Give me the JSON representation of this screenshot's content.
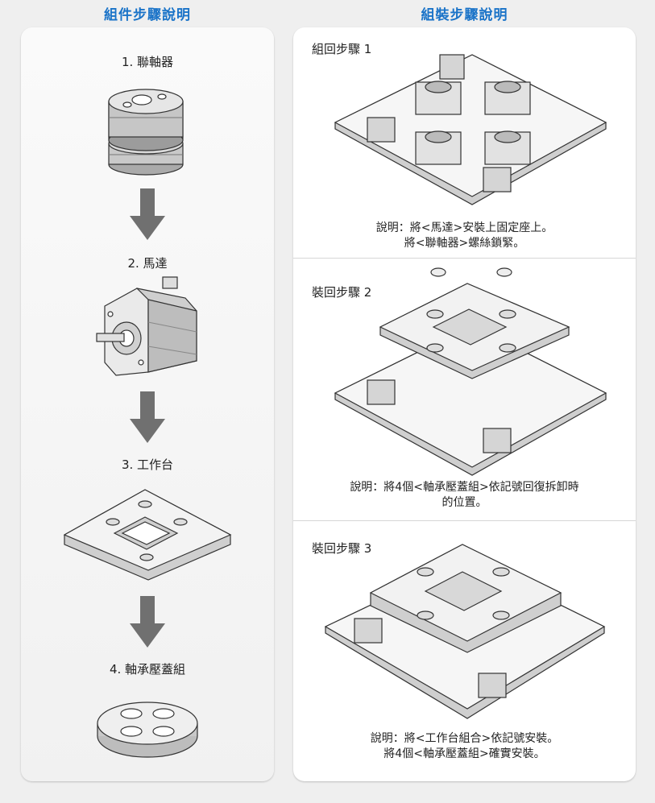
{
  "headings": {
    "components": "組件步驟說明",
    "assembly": "組裝步驟說明"
  },
  "components": [
    {
      "label": "1. 聯軸器",
      "icon": "coupling-icon"
    },
    {
      "label": "2. 馬達",
      "icon": "stepper-motor-icon"
    },
    {
      "label": "3. 工作台",
      "icon": "worktable-plate-icon"
    },
    {
      "label": "4. 軸承壓蓋組",
      "icon": "bearing-cover-icon"
    }
  ],
  "steps": [
    {
      "title": "組回步驟 1",
      "desc": [
        "說明：將<馬達>安裝上固定座上。",
        "將<聯軸器>螺絲鎖緊。"
      ]
    },
    {
      "title": "裝回步驟 2",
      "desc": [
        "說明：將4個<軸承壓蓋組>依記號回復拆卸時",
        "的位置。"
      ]
    },
    {
      "title": "裝回步驟 3",
      "desc": [
        "說明：將<工作台組合>依記號安裝。",
        "將4個<軸承壓蓋組>確實安裝。"
      ]
    }
  ],
  "colors": {
    "heading": "#1a73c8",
    "arrow": "#707070"
  }
}
